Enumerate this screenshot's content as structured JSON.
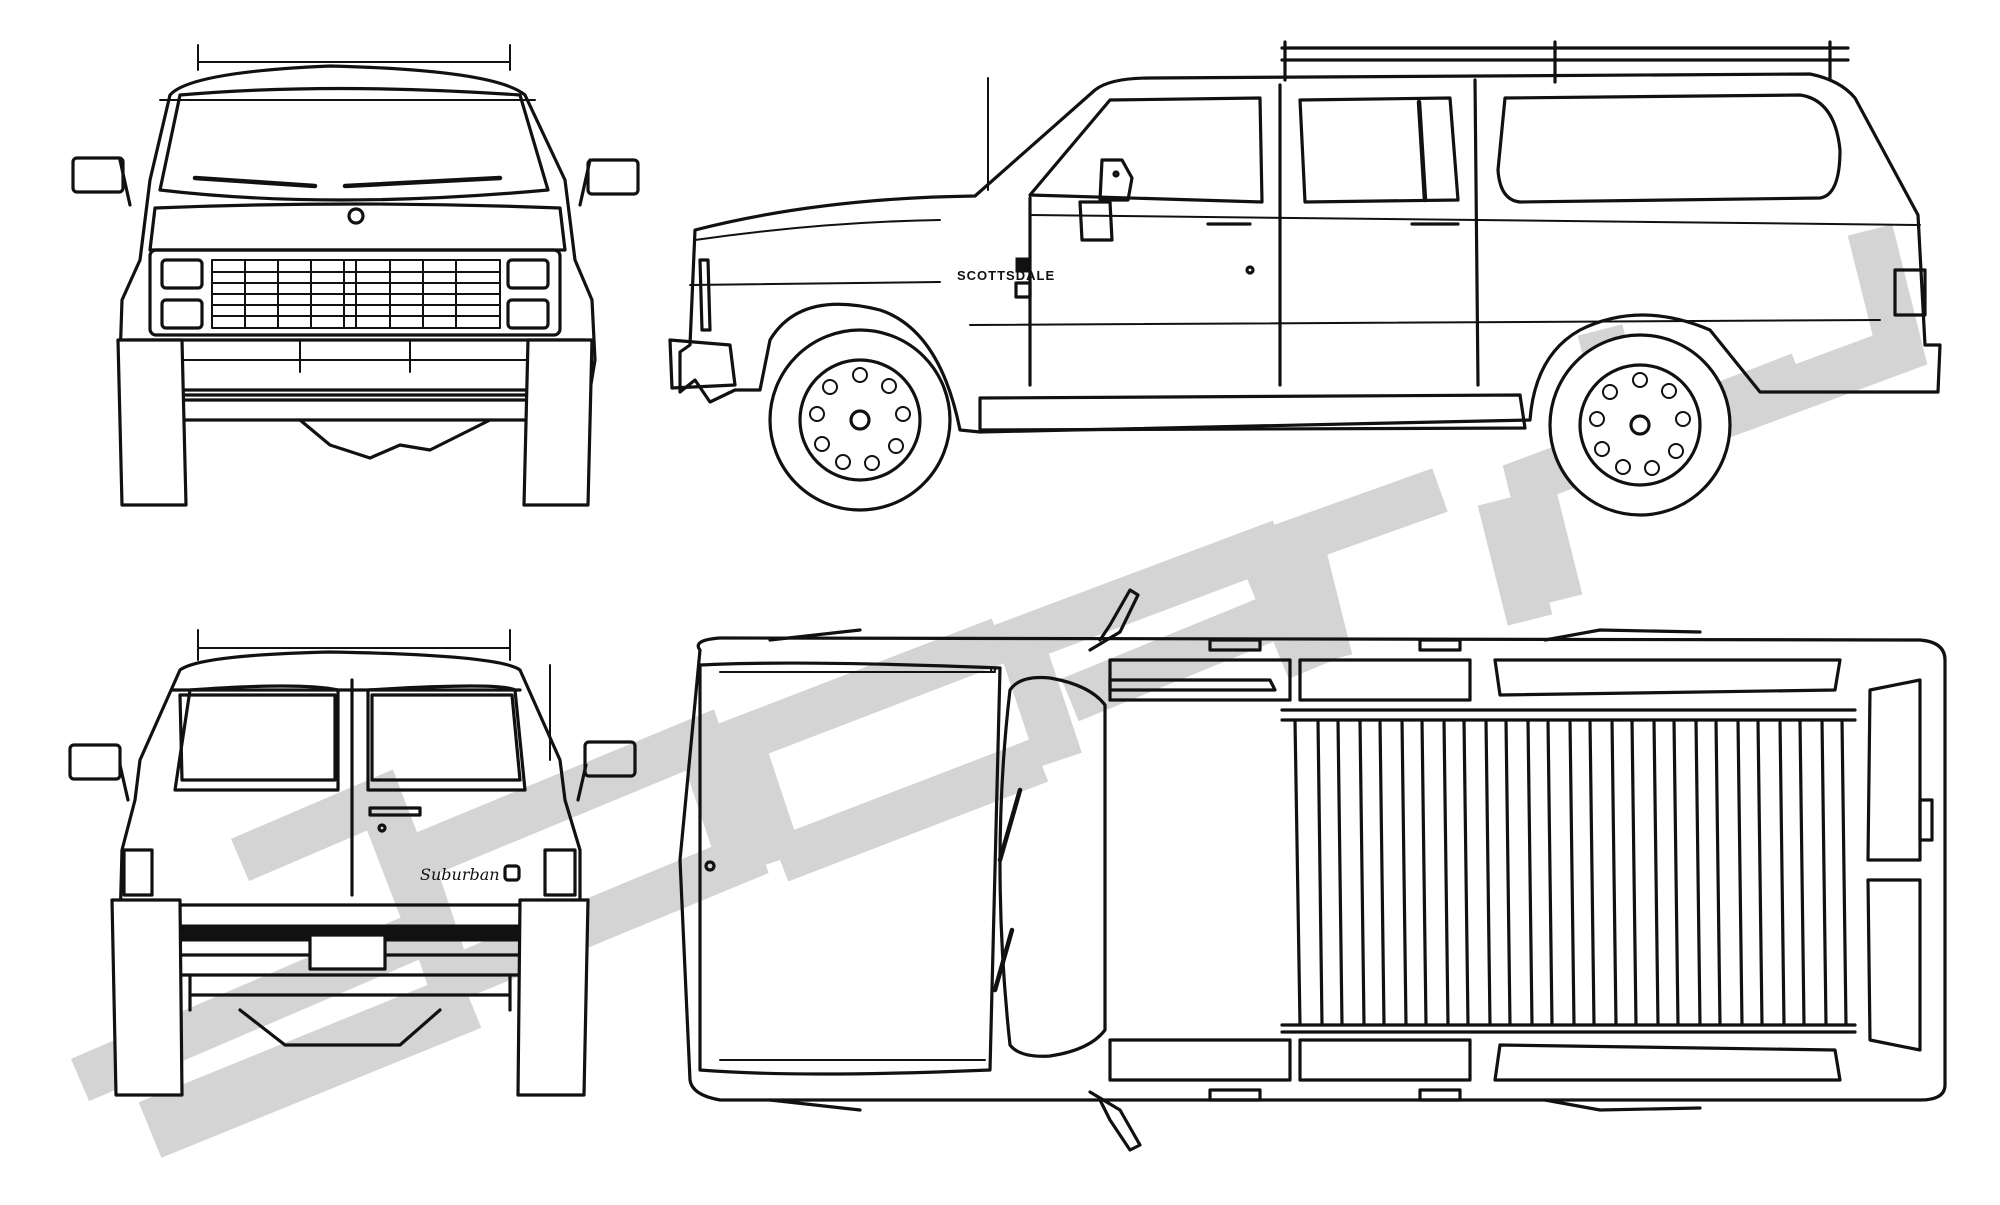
{
  "drawing": {
    "side_badge": "SCOTTSDALE",
    "rear_badge": "Suburban",
    "watermark": "carblueprints.ru",
    "colors": {
      "line": "#111111",
      "paper": "#ffffff",
      "watermark": "#d4d4d4"
    }
  }
}
